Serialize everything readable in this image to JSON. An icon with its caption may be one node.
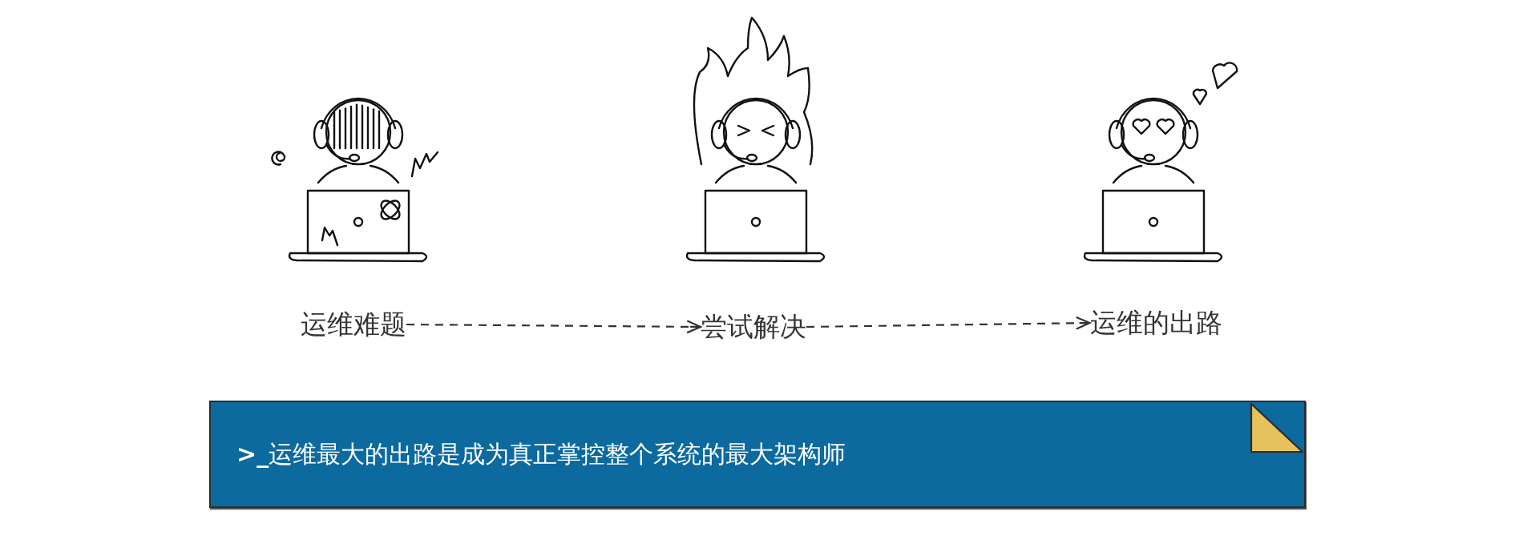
{
  "diagram": {
    "nodes": [
      {
        "text": [
          "运维难题"
        ]
      },
      {
        "text": [
          "尝试解决"
        ]
      },
      {
        "text": [
          "运维的出路"
        ]
      },
      {
        "text": [
          "**>_**运维最大的出路是成为真正掌控整个系统的最大架构师"
        ]
      }
    ],
    "edges": [
      {
        "from": 0,
        "to": 1,
        "arrow": "to",
        "style": "dashed"
      },
      {
        "from": 1,
        "to": 2,
        "arrow": "to",
        "style": "dashed"
      }
    ]
  }
}
